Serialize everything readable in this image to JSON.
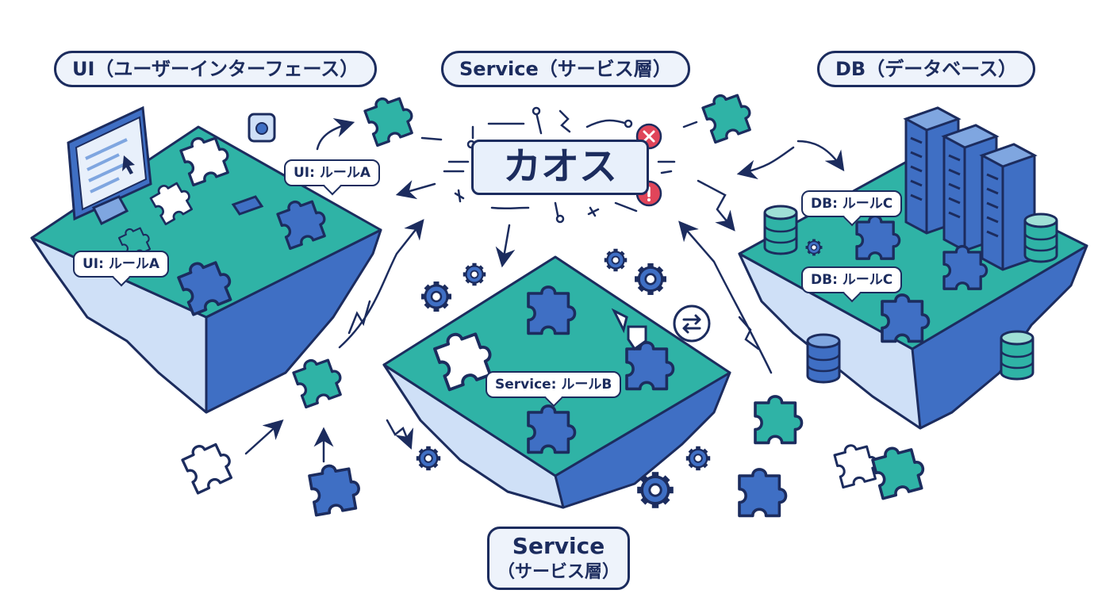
{
  "headers": {
    "ui": "UI（ユーザーインターフェース）",
    "service": "Service（サービス層）",
    "db": "DB（データベース）"
  },
  "chaos_label": "カオス",
  "bottom_label": {
    "line1": "Service",
    "line2": "（サービス層）"
  },
  "rules": {
    "ui_a_top": "UI: ルールA",
    "ui_a_bottom": "UI: ルールA",
    "service_b": "Service: ルールB",
    "db_c_top": "DB: ルールC",
    "db_c_bottom": "DB: ルールC"
  },
  "icons": {
    "close": "close-icon",
    "alert": "alert-icon",
    "swap": "swap-icon",
    "gear": "gear-icon",
    "puzzle": "puzzle-piece-icon",
    "server": "server-icon",
    "database": "database-icon",
    "monitor": "monitor-icon"
  },
  "colors": {
    "navy": "#1c2c5e",
    "teal": "#2fb3a6",
    "blue": "#3f6fc4",
    "light_blue": "#cfe0f7",
    "alert_red": "#e0455a"
  }
}
